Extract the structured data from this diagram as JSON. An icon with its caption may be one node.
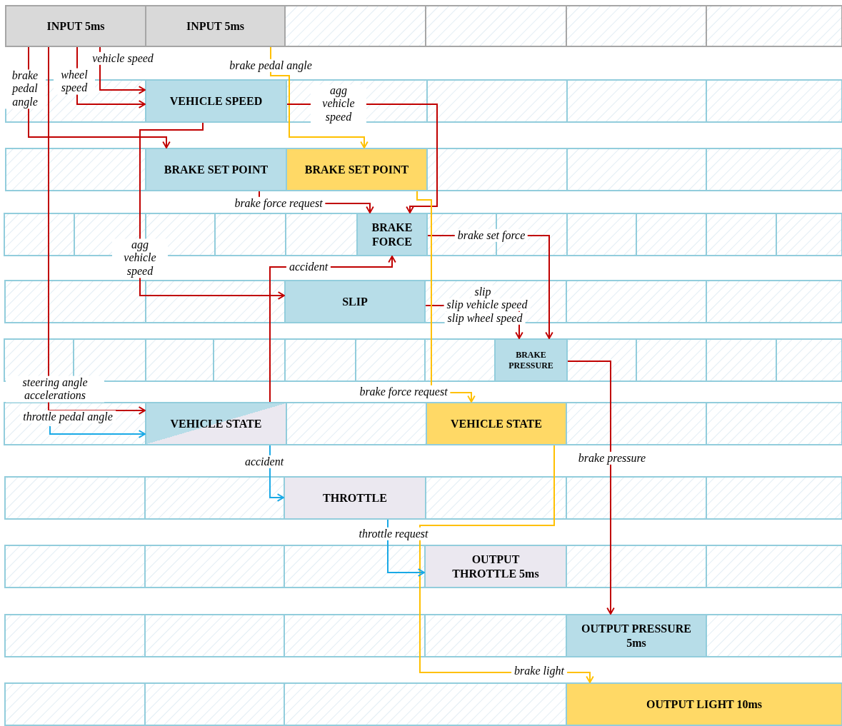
{
  "diagram": {
    "nodes": [
      {
        "text": [
          "INPUT 5ms"
        ]
      },
      {
        "text": [
          "INPUT 5ms"
        ]
      },
      {
        "text": [
          "VEHICLE SPEED"
        ]
      },
      {
        "text": [
          "BRAKE SET POINT"
        ]
      },
      {
        "text": [
          "BRAKE SET POINT"
        ]
      },
      {
        "text": [
          "BRAKE FORCE"
        ]
      },
      {
        "text": [
          "SLIP"
        ]
      },
      {
        "text": [
          "BRAKE PRESSURE"
        ]
      },
      {
        "text": [
          "VEHICLE STATE"
        ]
      },
      {
        "text": [
          "VEHICLE STATE"
        ]
      },
      {
        "text": [
          "THROTTLE"
        ]
      },
      {
        "text": [
          "OUTPUT THROTTLE 5ms"
        ]
      },
      {
        "text": [
          "OUTPUT PRESSURE 5ms"
        ]
      },
      {
        "text": [
          "OUTPUT LIGHT 10ms"
        ]
      }
    ],
    "edges": [
      {
        "from": 0,
        "to": 3,
        "arrow": "to",
        "label": "brake pedal angle"
      },
      {
        "from": 0,
        "to": 8,
        "arrow": "to",
        "label": "steering angle accelerations"
      },
      {
        "from": null,
        "to": 8,
        "arrow": "to",
        "label": "throttle pedal angle",
        "color": "#19a9e6"
      },
      {
        "from": 0,
        "to": 2,
        "arrow": "to",
        "label": "wheel speed"
      },
      {
        "from": 0,
        "to": 2,
        "arrow": "to",
        "label": "vehicle speed"
      },
      {
        "from": 1,
        "to": 4,
        "arrow": "to",
        "label": "brake pedal angle",
        "color": "#ffc000"
      },
      {
        "from": 2,
        "to": 5,
        "arrow": "to",
        "label": "agg vehicle speed"
      },
      {
        "from": 2,
        "to": 6,
        "arrow": "to",
        "label": "agg vehicle speed"
      },
      {
        "from": 3,
        "to": 5,
        "arrow": "to",
        "label": "brake force request"
      },
      {
        "from": 5,
        "to": 7,
        "arrow": "to",
        "label": "brake set force"
      },
      {
        "from": 6,
        "to": 7,
        "arrow": "to",
        "label": "slip"
      },
      {
        "from": 8,
        "to": 5,
        "arrow": "to",
        "label": "accident"
      },
      {
        "from": 7,
        "to": 12,
        "arrow": "to",
        "label": "brake pressure"
      },
      {
        "from": 4,
        "to": 9,
        "arrow": "to",
        "label": "brake force request",
        "color": "#ffc000"
      },
      {
        "from": 9,
        "to": 13,
        "arrow": "to",
        "label": "brake light",
        "color": "#ffc000"
      },
      {
        "from": 8,
        "to": 10,
        "arrow": "to",
        "label": "accident",
        "color": "#19a9e6"
      },
      {
        "from": 10,
        "to": 11,
        "arrow": "to",
        "label": "throttle request",
        "color": "#19a9e6"
      }
    ],
    "labels": [
      "slip vehicle speed",
      "slip wheel speed"
    ]
  }
}
